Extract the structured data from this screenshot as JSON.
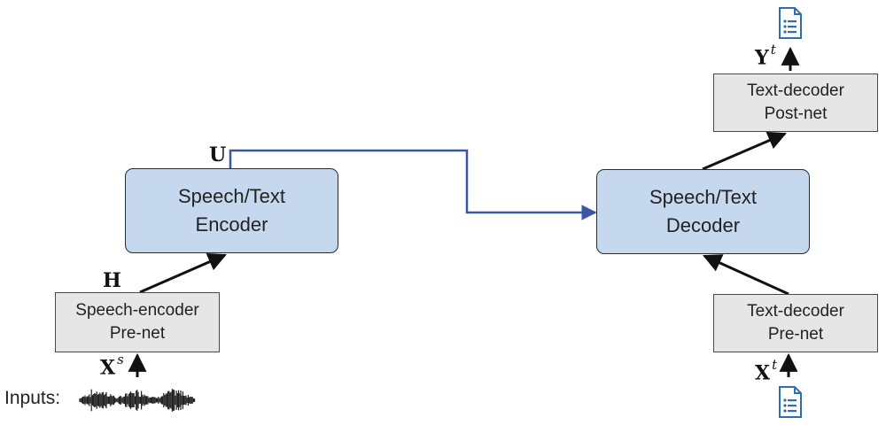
{
  "boxes": {
    "speech_encoder_prenet": {
      "line1": "Speech-encoder",
      "line2": "Pre-net"
    },
    "encoder": {
      "line1": "Speech/Text",
      "line2": "Encoder"
    },
    "decoder": {
      "line1": "Speech/Text",
      "line2": "Decoder"
    },
    "text_decoder_postnet": {
      "line1": "Text-decoder",
      "line2": "Post-net"
    },
    "text_decoder_prenet": {
      "line1": "Text-decoder",
      "line2": "Pre-net"
    }
  },
  "symbols": {
    "H": "H",
    "U": "U",
    "Xs": {
      "base": "X",
      "sup": "s"
    },
    "Xt": {
      "base": "X",
      "sup": "t"
    },
    "Yt": {
      "base": "Y",
      "sup": "t"
    }
  },
  "inputs_label": "Inputs:",
  "icons": [
    "waveform-icon",
    "document-icon"
  ],
  "colors": {
    "encoder_decoder_fill": "#c5d8ee",
    "net_fill": "#e6e6e6",
    "encoder_to_decoder_line": "#3a56a5",
    "document_icon": "#2e6fb0"
  }
}
